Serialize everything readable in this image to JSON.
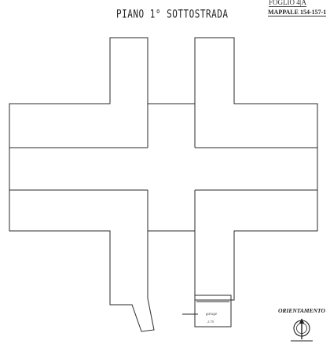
{
  "drawing": {
    "title": "PIANO 1° SOTTOSTRADA",
    "foglio": "FOGLIO 4|A",
    "mappale": "MAPPALE 154-157-1",
    "orientation_label": "ORIENTAMENTO"
  }
}
